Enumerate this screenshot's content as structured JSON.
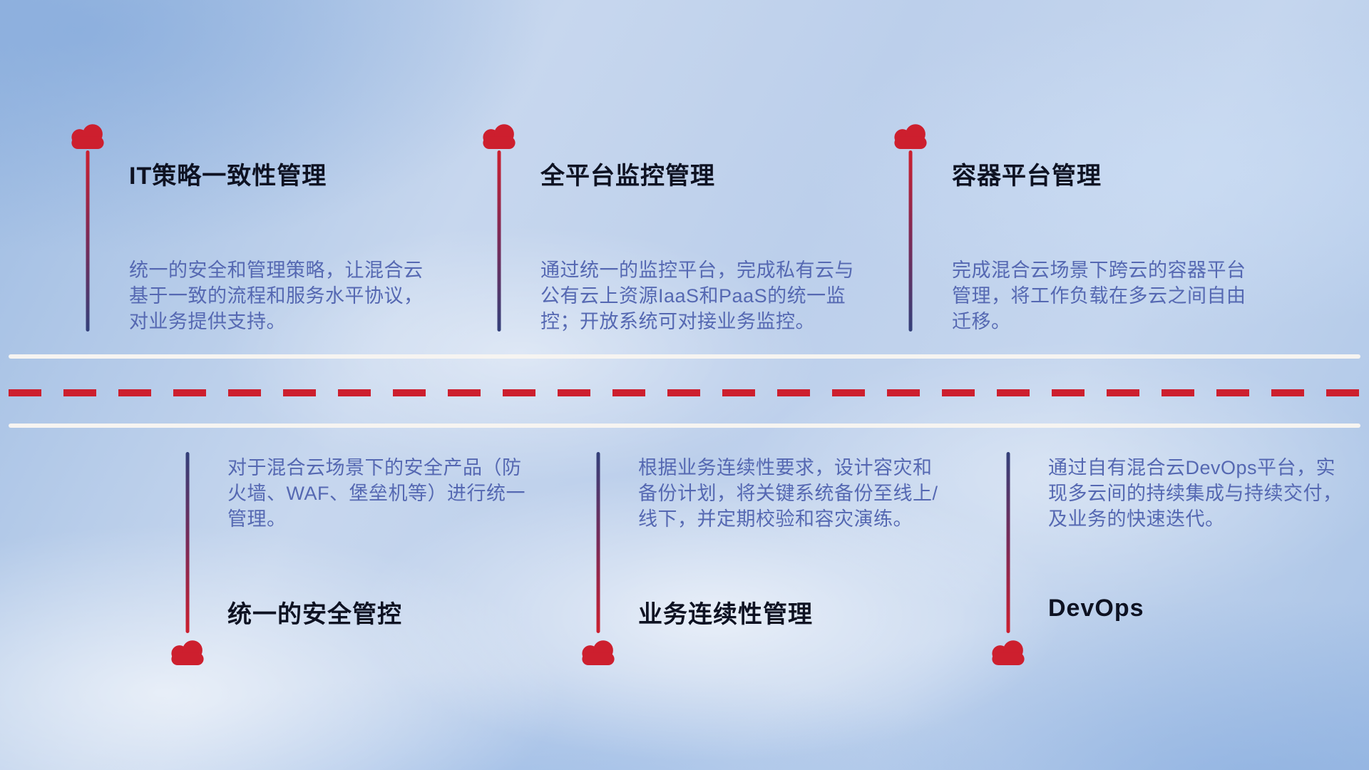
{
  "top_items": [
    {
      "icon": "cloud-icon",
      "title": "IT策略一致性管理",
      "desc": "统一的安全和管理策略，让混合云基于一致的流程和服务水平协议，对业务提供支持。"
    },
    {
      "icon": "cloud-icon",
      "title": "全平台监控管理",
      "desc": "通过统一的监控平台，完成私有云与公有云上资源IaaS和PaaS的统一监控；开放系统可对接业务监控。"
    },
    {
      "icon": "cloud-icon",
      "title": "容器平台管理",
      "desc": "完成混合云场景下跨云的容器平台管理，将工作负载在多云之间自由迁移。"
    }
  ],
  "bottom_items": [
    {
      "icon": "cloud-icon",
      "title": "统一的安全管控",
      "desc": "对于混合云场景下的安全产品（防火墙、WAF、堡垒机等）进行统一管理。"
    },
    {
      "icon": "cloud-icon",
      "title": "业务连续性管理",
      "desc": "根据业务连续性要求，设计容灾和备份计划，将关键系统备份至线上/线下，并定期校验和容灾演练。"
    },
    {
      "icon": "cloud-icon",
      "title": "DevOps",
      "desc": "通过自有混合云DevOps平台，实现多云间的持续集成与持续交付，及业务的快速迭代。"
    }
  ],
  "colors": {
    "accent_red": "#cd1f2e",
    "line_navy": "#33407a",
    "title_color": "#0e1222",
    "desc_color": "#5568b2",
    "road_white": "#f6f4f1"
  }
}
